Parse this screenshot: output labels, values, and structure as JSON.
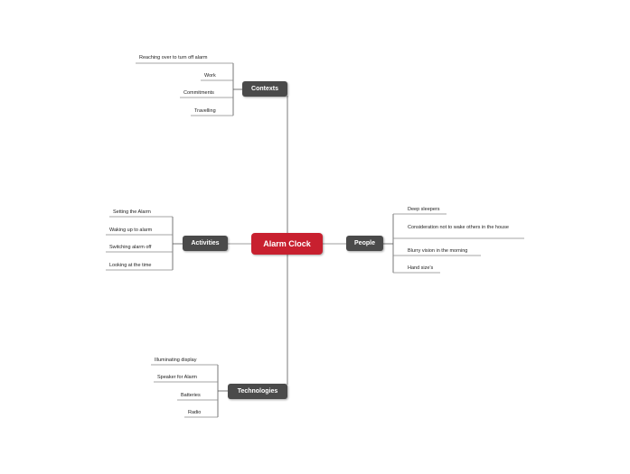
{
  "colors": {
    "central_fill": "#c8202f",
    "main_fill": "#4a4a4a",
    "trunk": "#bdbdbd",
    "connector": "#555555",
    "leaf_line": "#888888"
  },
  "central": {
    "label": "Alarm Clock"
  },
  "branches": {
    "contexts": {
      "label": "Contexts",
      "items": [
        "Reaching over to turn off alarm",
        "Work",
        "Commitments",
        "Travelling"
      ]
    },
    "activities": {
      "label": "Activities",
      "items": [
        "Setting the Alarm",
        "Waking up to alarm",
        "Switching alarm off",
        "Looking at the time"
      ]
    },
    "people": {
      "label": "People",
      "items": [
        "Deep sleepers",
        "Consideration not to wake others in the house",
        "Blurry vision in the morning",
        "Hand size's"
      ]
    },
    "technologies": {
      "label": "Technologies",
      "items": [
        "Illuminating display",
        "Speaker for Alarm",
        "Batteries",
        "Radio"
      ]
    }
  }
}
